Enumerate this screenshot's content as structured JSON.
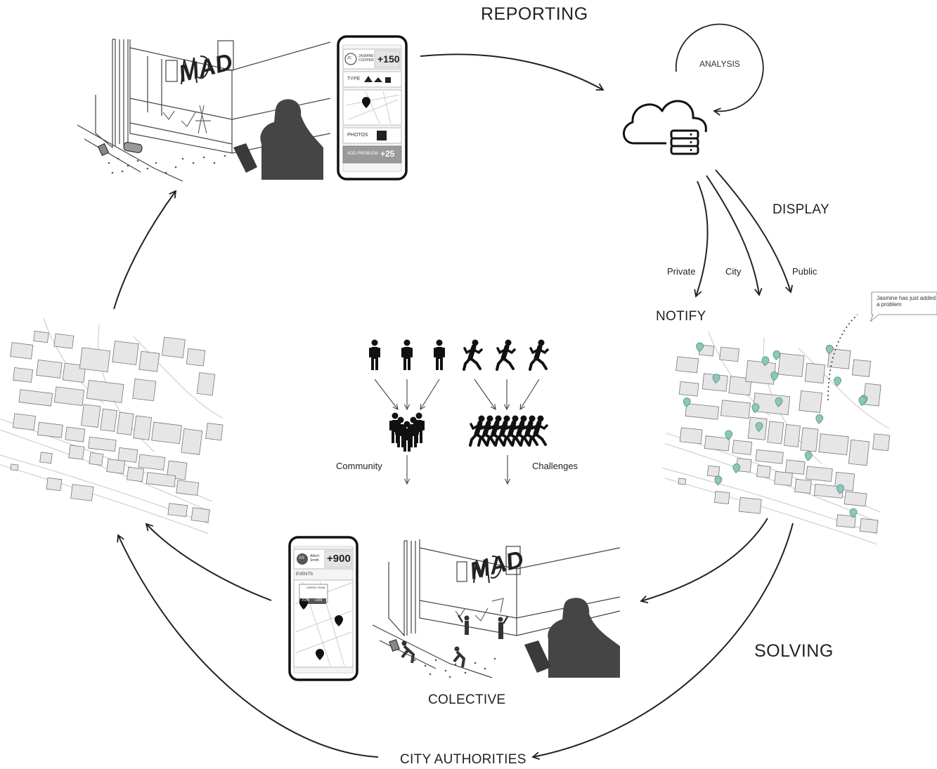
{
  "stages": {
    "reporting": "REPORTING",
    "analysis": "ANALYSIS",
    "display": "DISPLAY",
    "notify": "NOTIFY",
    "solving": "SOLVING",
    "city_authorities": "CITY AUTHORITIES",
    "colective": "COLECTIVE"
  },
  "channels": [
    "Private",
    "City",
    "Public"
  ],
  "groups": {
    "community": "Community",
    "challenges": "Challenges"
  },
  "notification": {
    "line1": "Jasmine has just added",
    "line2": "a problem"
  },
  "reporter_phone": {
    "initials": "JC",
    "name_line1": "JASMINE",
    "name_line2": "COOPER",
    "points": "+150",
    "type_label": "TYPE",
    "photos_label": "PHOTOS",
    "add_button": "ADD PROBLEM",
    "add_points": "+25"
  },
  "solver_phone": {
    "initials": "AS",
    "name_line1": "Albert",
    "name_line2": "Smith",
    "points": "+900",
    "events_label": "EVENTS",
    "event_team": "GREEN TEAM",
    "join_button": "JOIN",
    "join_points": "+300"
  },
  "graffiti": {
    "wall_text": "MAD"
  },
  "colors": {
    "ink": "#222222",
    "building": "#e6e6e6",
    "building_stroke": "#777777",
    "road": "#cfcfcf",
    "marker": "#8ec6bc",
    "silhouette": "#454545",
    "phone_screen": "#f4f4f4",
    "phone_button": "#9a9a9a"
  }
}
